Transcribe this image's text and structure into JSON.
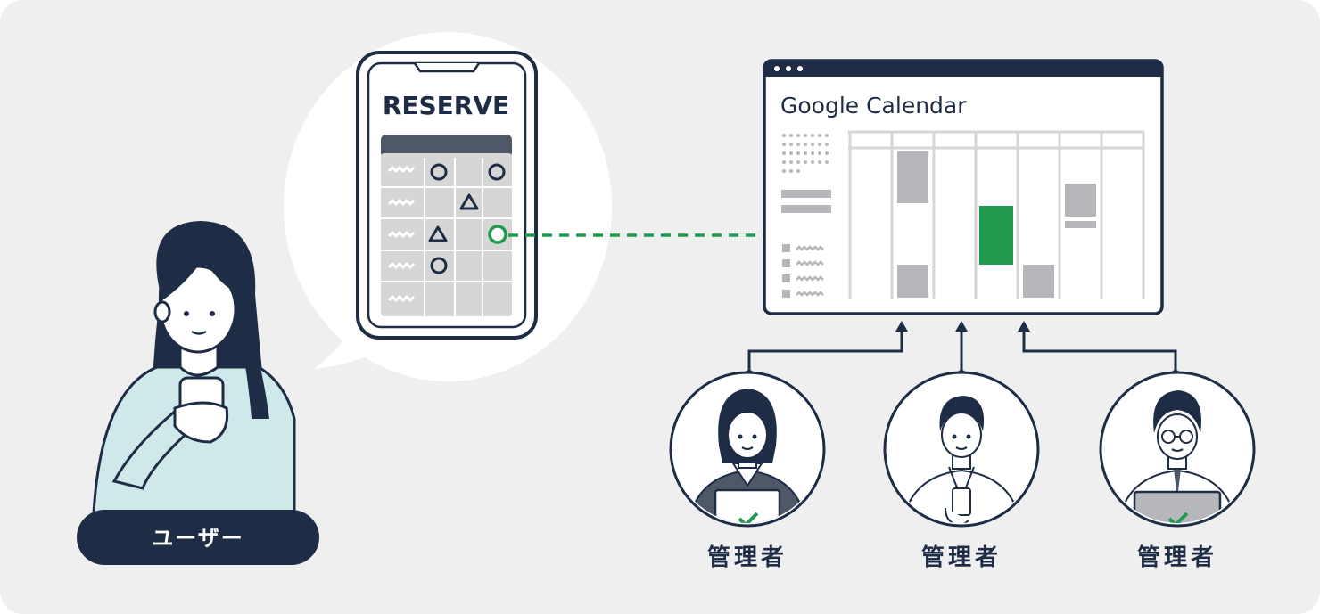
{
  "background": "#efefef",
  "colors": {
    "navy": "#1e2d45",
    "green": "#1f9a4e",
    "gray_cell": "#d6d6d6",
    "gray_block": "#b5b7ba",
    "teal": "#cfe9ea",
    "bubble": "#ffffff"
  },
  "phone": {
    "title": "RESERVE",
    "rows": [
      {
        "left": "wave-icon",
        "slots": [
          "circle",
          "",
          "circle"
        ]
      },
      {
        "left": "wave-icon",
        "slots": [
          "",
          "triangle",
          ""
        ]
      },
      {
        "left": "wave-icon",
        "slots": [
          "triangle",
          "",
          "circle-selected"
        ]
      },
      {
        "left": "wave-icon",
        "slots": [
          "circle",
          "",
          ""
        ]
      },
      {
        "left": "wave-icon",
        "slots": [
          "",
          "",
          ""
        ]
      }
    ]
  },
  "calendar": {
    "title": "Google Calendar"
  },
  "user": {
    "label": "ユーザー"
  },
  "admins": [
    {
      "label": "管理者",
      "icon": "admin-woman-laptop-icon"
    },
    {
      "label": "管理者",
      "icon": "admin-man-phone-icon"
    },
    {
      "label": "管理者",
      "icon": "admin-man-glasses-laptop-icon"
    }
  ]
}
